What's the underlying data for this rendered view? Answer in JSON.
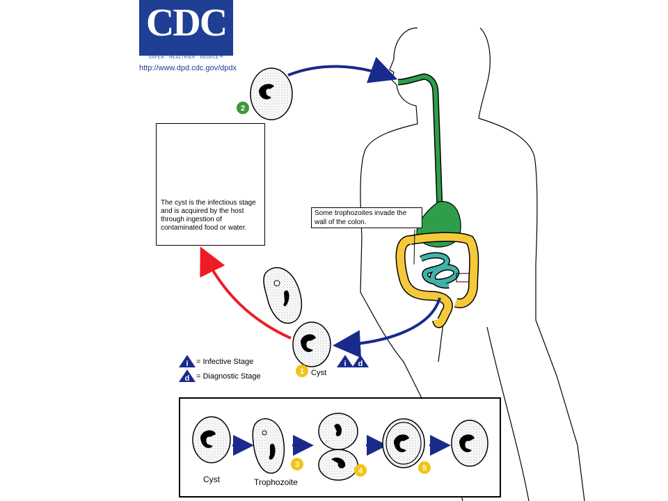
{
  "logo": {
    "text": "CDC",
    "tagline": "SAFER · HEALTHIER · PEOPLE™",
    "url": "http://www.dpd.cdc.gov/dpdx"
  },
  "info_box": {
    "text": "The cyst is the infectious stage and is acquired by the host through ingestion of contaminated food or water."
  },
  "callout": {
    "text": "Some trophozoites invade the wall of the colon."
  },
  "legend": {
    "infective_symbol": "i",
    "infective_label": "= Infective Stage",
    "diagnostic_symbol": "d",
    "diagnostic_label": "= Diagnostic Stage"
  },
  "stages": {
    "stage1_number": "1",
    "stage1_label": "Cyst",
    "stage2_number": "2",
    "stage3_number": "3",
    "stage4_number": "4",
    "stage5_number": "5"
  },
  "bottom_panel": {
    "cyst_label": "Cyst",
    "trophozoite_label": "Trophozoite"
  },
  "colors": {
    "blue_arrow": "#1a2a8c",
    "red_arrow": "#ee1c24",
    "green_stage": "#3a9a3a",
    "yellow_stage": "#f3c318",
    "gut_green": "#2f9e4a",
    "colon_yellow": "#f5c93a",
    "small_intestine": "#3fb3a8",
    "logo_blue": "#1f3f94"
  }
}
